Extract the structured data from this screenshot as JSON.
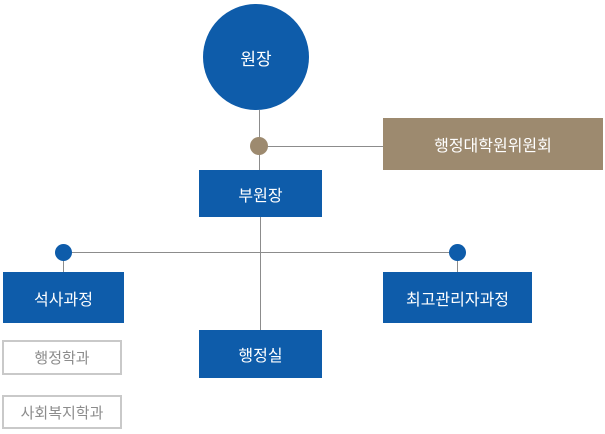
{
  "title": "organization-chart",
  "colors": {
    "blue": "#0e5caa",
    "brown": "#9d8a6f",
    "line": "#8c8c8c",
    "box_border": "#c9c9c9",
    "muted_text": "#8c8c8c",
    "white": "#ffffff"
  },
  "org_chart": {
    "director": {
      "label": "원장"
    },
    "committee": {
      "label": "행정대학원위원회"
    },
    "vice_director": {
      "label": "부원장"
    },
    "masters_program": {
      "label": "석사과정"
    },
    "admin_office": {
      "label": "행정실"
    },
    "top_management_program": {
      "label": "최고관리자과정"
    },
    "departments": [
      {
        "label": "행정학과"
      },
      {
        "label": "사회복지학과"
      }
    ]
  }
}
